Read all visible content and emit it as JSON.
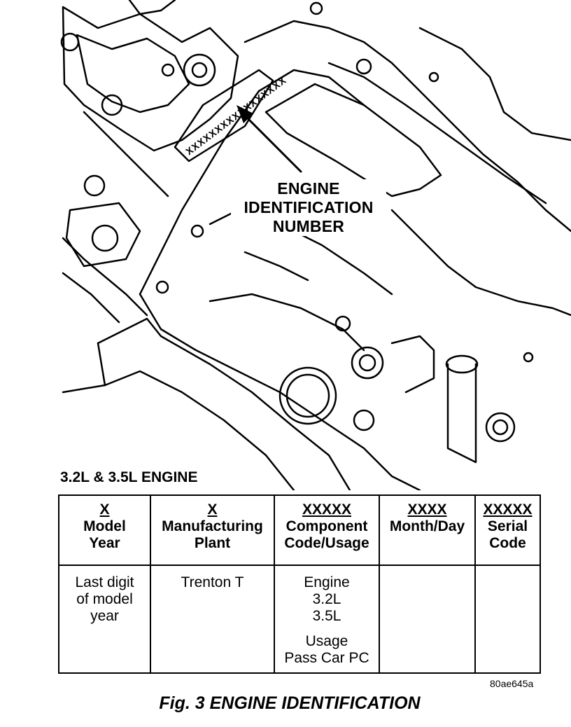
{
  "callout": {
    "line1": "ENGINE",
    "line2": "IDENTIFICATION",
    "line3": "NUMBER"
  },
  "engine_label": "3.2L & 3.5L ENGINE",
  "table": {
    "headers": [
      {
        "code": "X",
        "label1": "Model",
        "label2": "Year"
      },
      {
        "code": "X",
        "label1": "Manufacturing",
        "label2": "Plant"
      },
      {
        "code": "XXXXX",
        "label1": "Component",
        "label2": "Code/Usage"
      },
      {
        "code": "XXXX",
        "label1": "Month/Day",
        "label2": ""
      },
      {
        "code": "XXXXX",
        "label1": "Serial",
        "label2": "Code"
      }
    ],
    "row": {
      "model_year": [
        "Last digit",
        "of model",
        "year"
      ],
      "plant": "Trenton T",
      "component": [
        "Engine",
        "3.2L",
        "3.5L"
      ],
      "usage": [
        "Usage",
        "Pass Car PC"
      ]
    }
  },
  "stamp_text": "XXXXXXXXXXXXXXXXX",
  "figure_ref": "80ae645a",
  "caption": "Fig. 3 ENGINE IDENTIFICATION"
}
